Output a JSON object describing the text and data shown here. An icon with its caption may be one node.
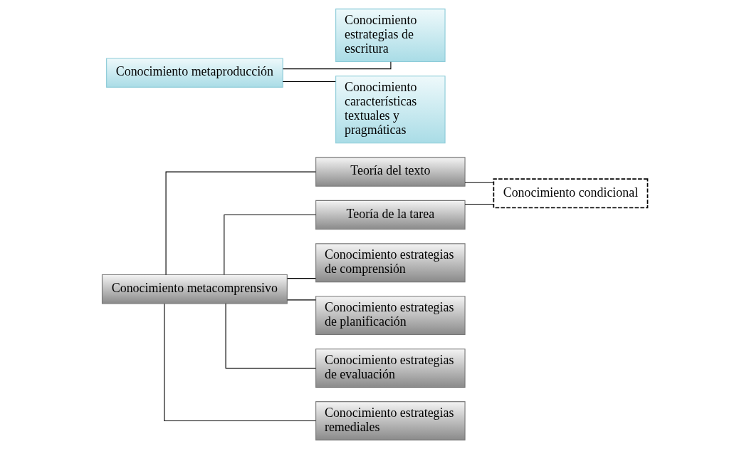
{
  "diagram": {
    "nodes": [
      {
        "text": [
          "Conocimiento metacomprensivo"
        ]
      },
      {
        "text": [
          "Teoría del texto"
        ]
      },
      {
        "text": [
          "Teoría de la tarea"
        ]
      },
      {
        "text": [
          "Conocimiento estrategias de comprensión"
        ]
      },
      {
        "text": [
          "Conocimiento estrategias de planificación"
        ]
      },
      {
        "text": [
          "Conocimiento estrategias de evaluación"
        ]
      },
      {
        "text": [
          "Conocimiento estrategias remediales"
        ]
      },
      {
        "text": [
          "Conocimiento condicional"
        ]
      },
      {
        "text": [
          "Conocimiento metaproducción"
        ]
      },
      {
        "text": [
          "Conocimiento estrategias de escritura"
        ]
      },
      {
        "text": [
          "Conocimiento características textuales y pragmáticas"
        ]
      }
    ],
    "edges": [
      {
        "from": 0,
        "to": 1,
        "arrow": "none"
      },
      {
        "from": 0,
        "to": 2,
        "arrow": "none"
      },
      {
        "from": 0,
        "to": 3,
        "arrow": "none"
      },
      {
        "from": 0,
        "to": 4,
        "arrow": "none"
      },
      {
        "from": 0,
        "to": 5,
        "arrow": "none"
      },
      {
        "from": 0,
        "to": 6,
        "arrow": "none"
      },
      {
        "from": 1,
        "to": 7,
        "arrow": "none"
      },
      {
        "from": 2,
        "to": 7,
        "arrow": "none"
      },
      {
        "from": 8,
        "to": 9,
        "arrow": "none"
      },
      {
        "from": 8,
        "to": 10,
        "arrow": "none"
      }
    ]
  }
}
